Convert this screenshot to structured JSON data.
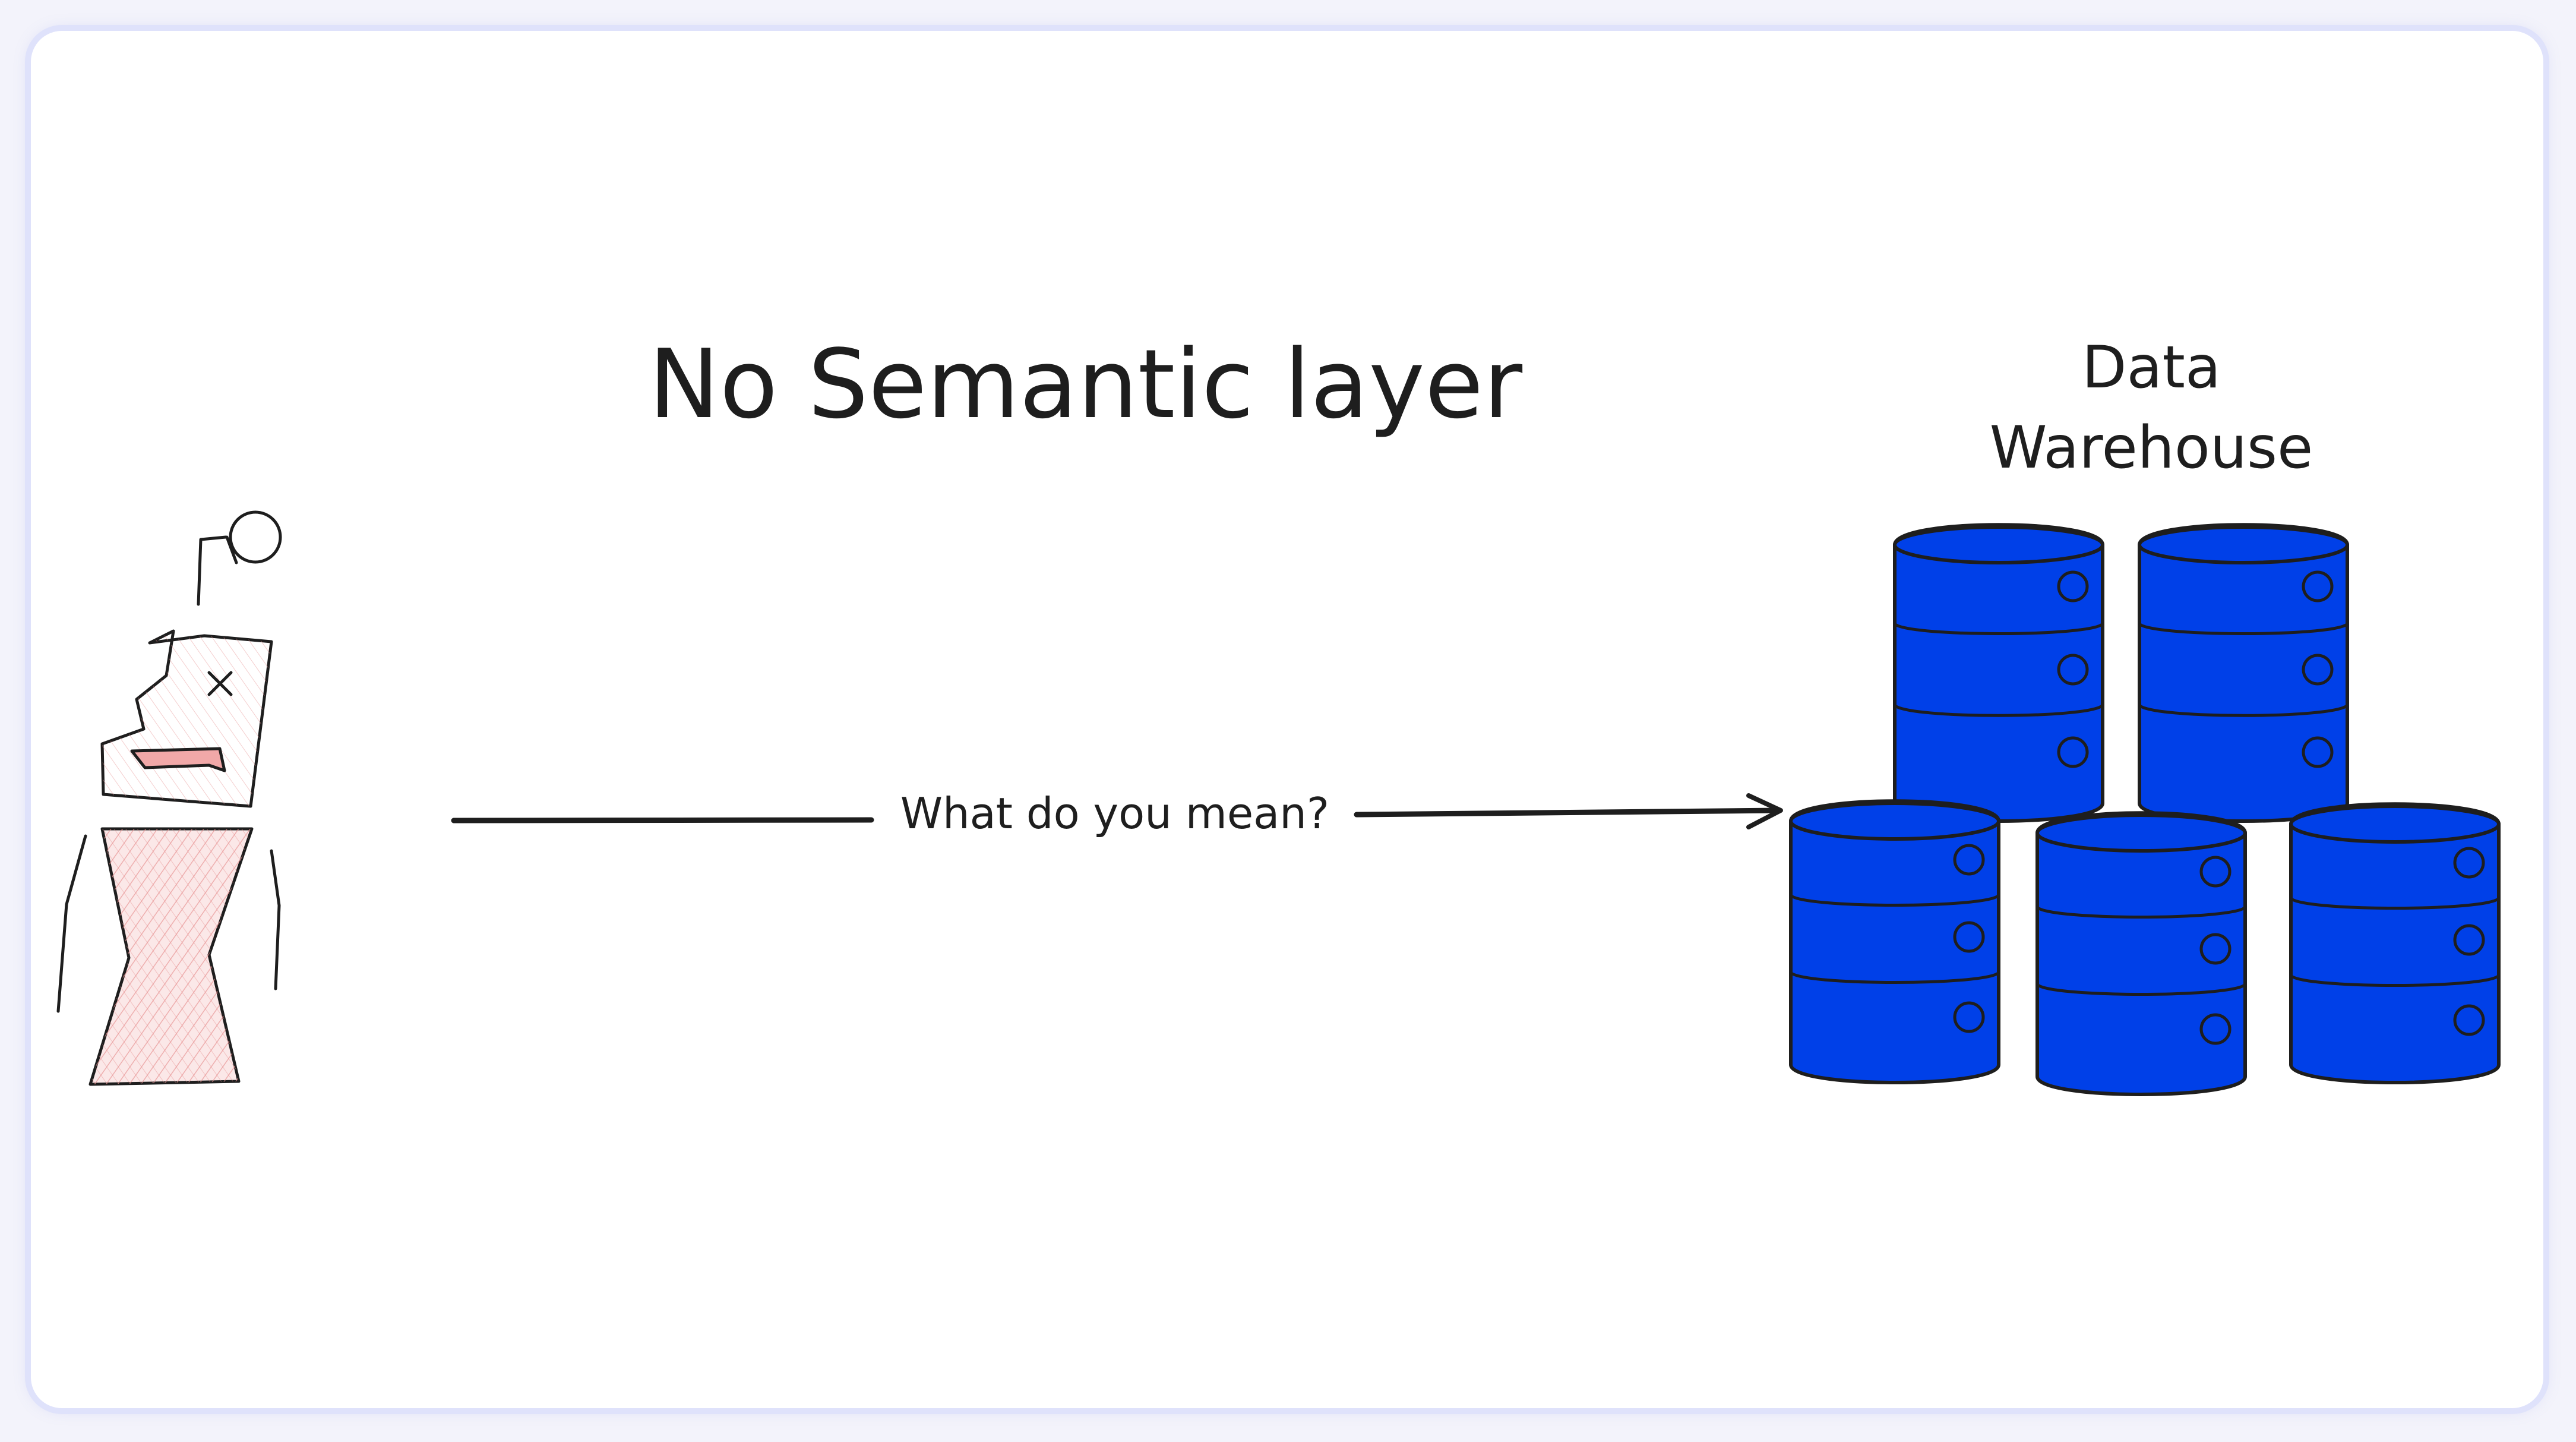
{
  "diagram": {
    "title": "No Semantic layer",
    "target_label_line1": "Data",
    "target_label_line2": "Warehouse",
    "arrow_label": "What do you mean?",
    "colors": {
      "database_fill": "#0040e8",
      "database_stroke": "#1e1e1e",
      "person_fill": "#f7d3d3",
      "person_accent": "#f1a8a8",
      "line": "#1e1e1e"
    },
    "icons": {
      "person": "confused-person-icon",
      "database": "database-icon",
      "arrow": "arrow-right-icon"
    }
  }
}
